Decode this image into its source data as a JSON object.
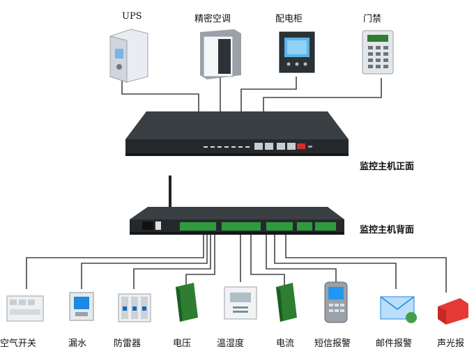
{
  "top_devices": [
    {
      "id": "ups",
      "label": "UPS"
    },
    {
      "id": "ac",
      "label": "精密空调"
    },
    {
      "id": "pdu",
      "label": "配电柜"
    },
    {
      "id": "door",
      "label": "门禁"
    }
  ],
  "host_front_label": "监控主机正面",
  "host_back_label": "监控主机背面",
  "bottom_devices": [
    {
      "id": "breaker",
      "label": "空气开关"
    },
    {
      "id": "leak",
      "label": "漏水"
    },
    {
      "id": "surge",
      "label": "防雷器"
    },
    {
      "id": "voltage",
      "label": "电压"
    },
    {
      "id": "temp",
      "label": "温湿度"
    },
    {
      "id": "current",
      "label": "电流"
    },
    {
      "id": "sms",
      "label": "短信报警"
    },
    {
      "id": "email",
      "label": "邮件报警"
    },
    {
      "id": "siren",
      "label": "声光报"
    }
  ]
}
